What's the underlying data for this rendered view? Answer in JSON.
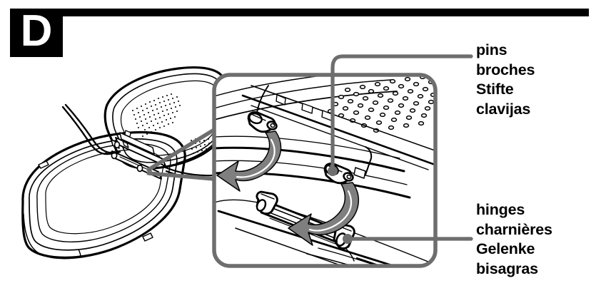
{
  "figure": {
    "step_letter": "D",
    "accent_color": "#6e6e6e",
    "ink_color": "#000000",
    "arrow_color": "#7f7f7f",
    "background_color": "#ffffff",
    "subject": "stereo-headphone-earpiece-and-carry-case-hinge-assembly",
    "description": "Line-art exploded assembly view showing an open oval carrying case lid with speaker grille and cable, with a magnified rounded-rectangle callout detailing how two pins insert into two hinge slots."
  },
  "callout": {
    "shape": "rounded-rectangle",
    "magnifier_target": "hinge-area-of-main-drawing",
    "arrows": [
      {
        "name": "pin-insertion-arrow-left",
        "direction": "down-left",
        "meaning": "insert left pin into left hinge"
      },
      {
        "name": "pin-insertion-arrow-right",
        "direction": "down-left",
        "meaning": "insert right pin into right hinge"
      }
    ]
  },
  "labels": [
    {
      "id": "pins",
      "leader": "vertical-elbow-down-to-pin",
      "lines": [
        "pins",
        "broches",
        "Stifte",
        "clavijas"
      ],
      "languages": [
        "English",
        "French",
        "German",
        "Spanish"
      ]
    },
    {
      "id": "hinges",
      "leader": "horizontal-to-hinge",
      "lines": [
        "hinges",
        "charnières",
        "Gelenke",
        "bisagras"
      ],
      "languages": [
        "English",
        "French",
        "German",
        "Spanish"
      ]
    }
  ]
}
